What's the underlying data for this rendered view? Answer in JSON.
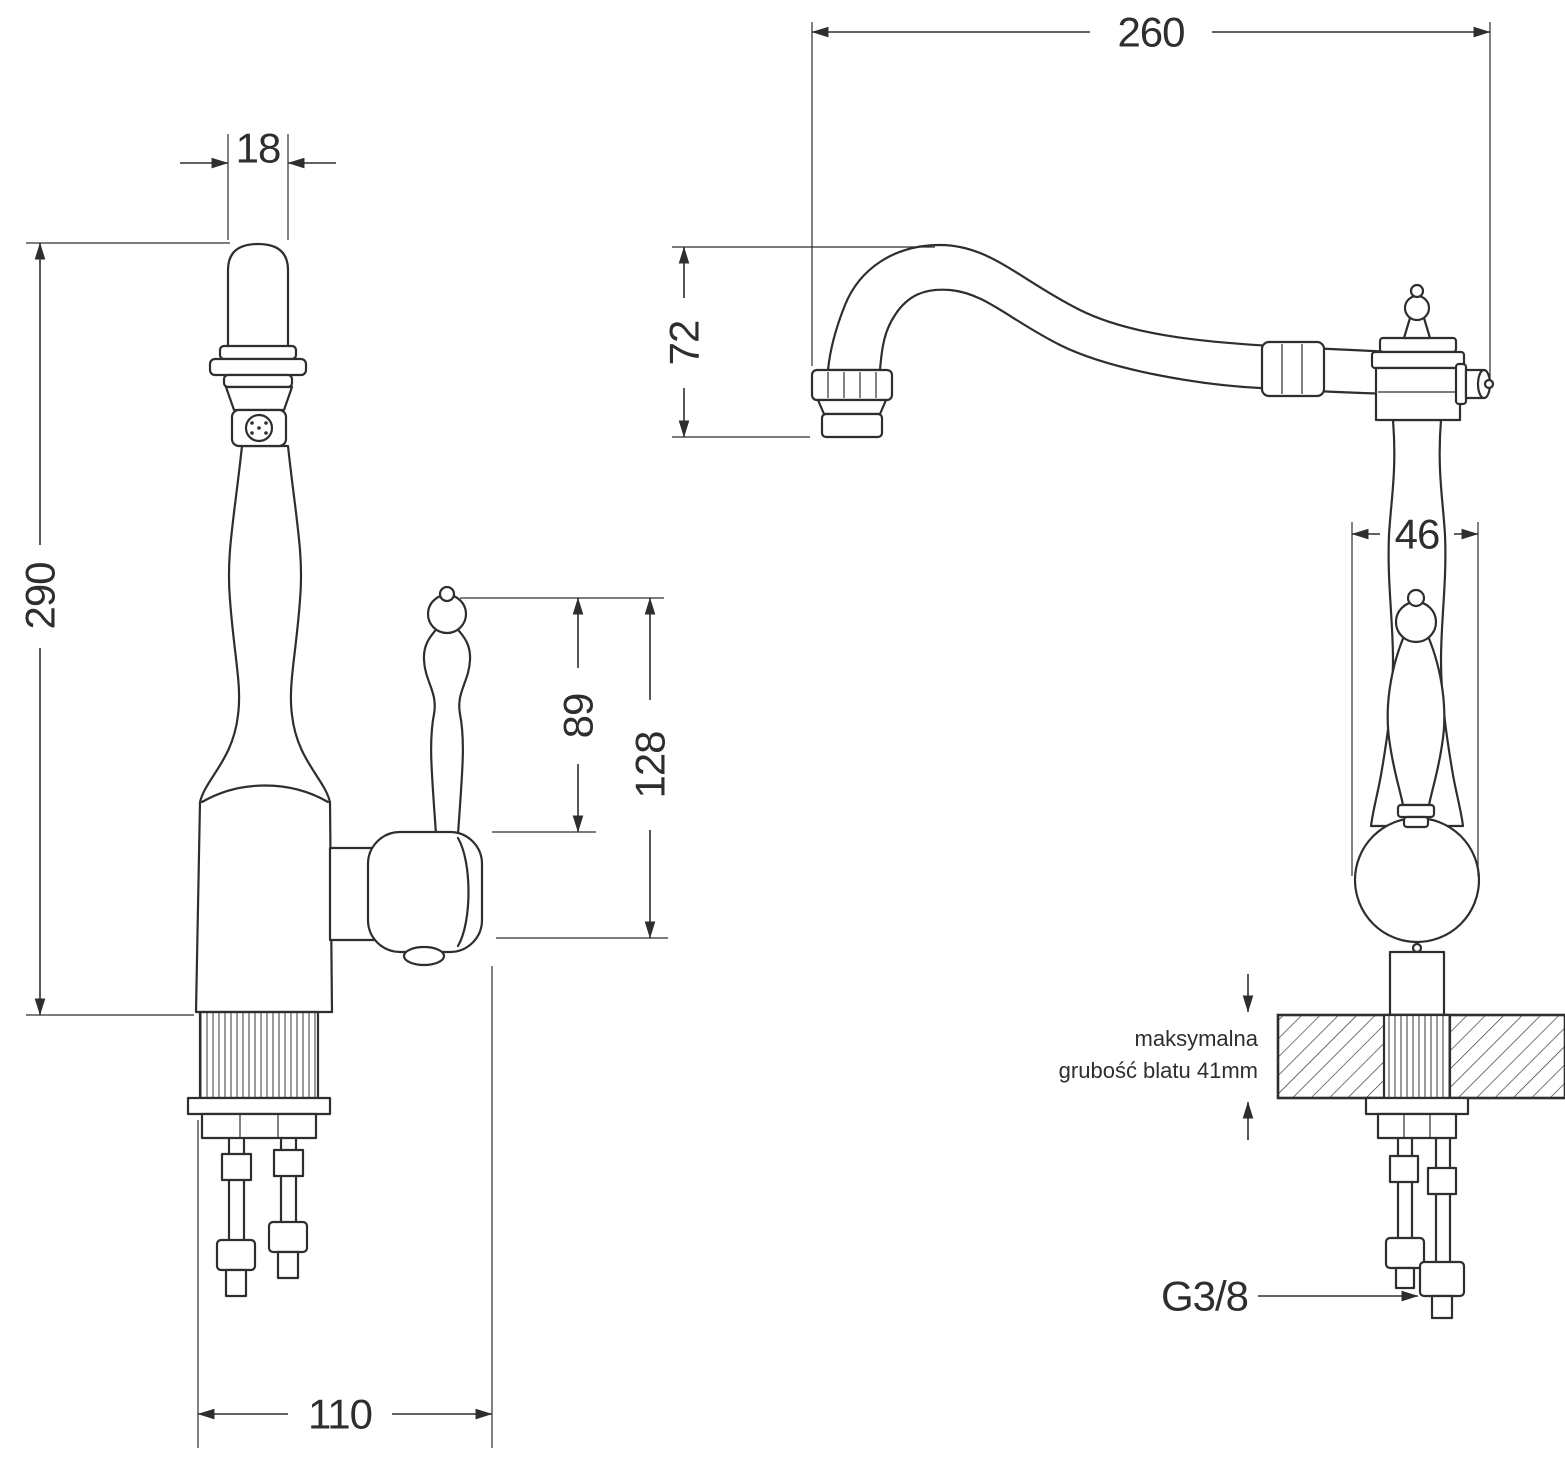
{
  "drawing": {
    "dimensions": {
      "spout_reach": "260",
      "spout_tube_width": "18",
      "spout_drop": "72",
      "total_height": "290",
      "body_diameter": "46",
      "handle_height": "89",
      "handle_overall_height": "128",
      "base_depth": "110"
    },
    "labels": {
      "counter_note_line1": "maksymalna",
      "counter_note_line2": "grubość blatu 41mm",
      "thread_size": "G3/8"
    },
    "colors": {
      "line": "#2e2e2e",
      "background": "#ffffff"
    }
  }
}
